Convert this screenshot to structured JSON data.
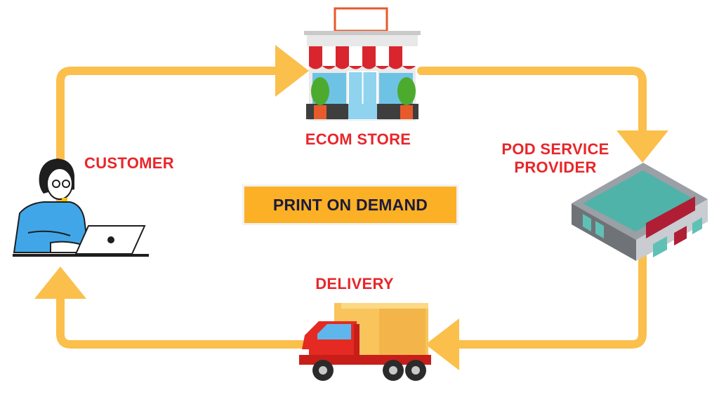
{
  "title": "PRINT ON DEMAND",
  "nodes": {
    "store": "ECOM STORE",
    "pod_line1": "POD SERVICE",
    "pod_line2": "PROVIDER",
    "delivery": "DELIVERY",
    "customer": "CUSTOMER"
  },
  "colors": {
    "flow": "#fbbf4b",
    "label": "#e8262a",
    "title_bg": "#fcb025",
    "title_text": "#1b1b3a"
  },
  "icons": [
    "store-icon",
    "warehouse-icon",
    "delivery-truck-icon",
    "customer-laptop-icon"
  ]
}
